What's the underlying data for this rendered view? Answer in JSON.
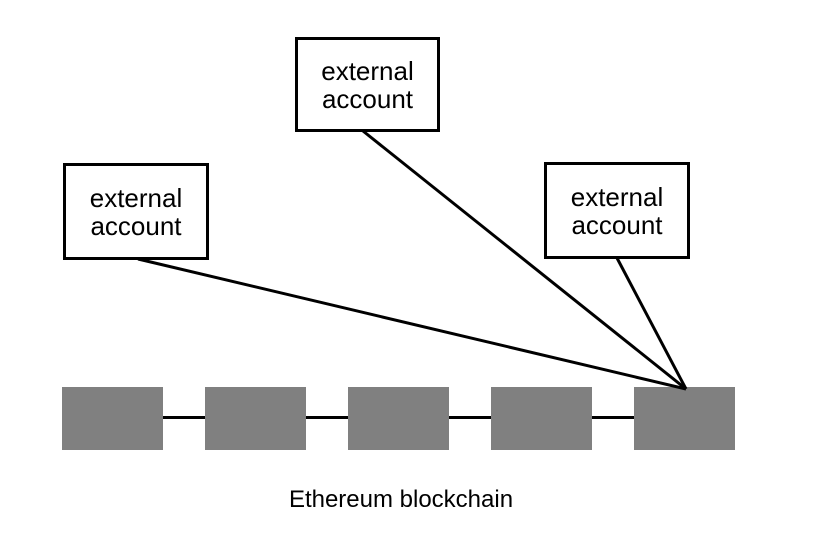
{
  "diagram": {
    "accounts": [
      {
        "id": "account-top",
        "label": "external account"
      },
      {
        "id": "account-left",
        "label": "external account"
      },
      {
        "id": "account-right",
        "label": "external account"
      }
    ],
    "blockchain": {
      "caption": "Ethereum blockchain",
      "block_count": 5
    },
    "edges": [
      {
        "from": "account-left",
        "to": "latest-block"
      },
      {
        "from": "account-top",
        "to": "latest-block"
      },
      {
        "from": "account-right",
        "to": "latest-block"
      }
    ],
    "colors": {
      "background": "#ffffff",
      "block_fill": "#808080",
      "line": "#000000",
      "box_border": "#000000",
      "text": "#000000"
    }
  }
}
